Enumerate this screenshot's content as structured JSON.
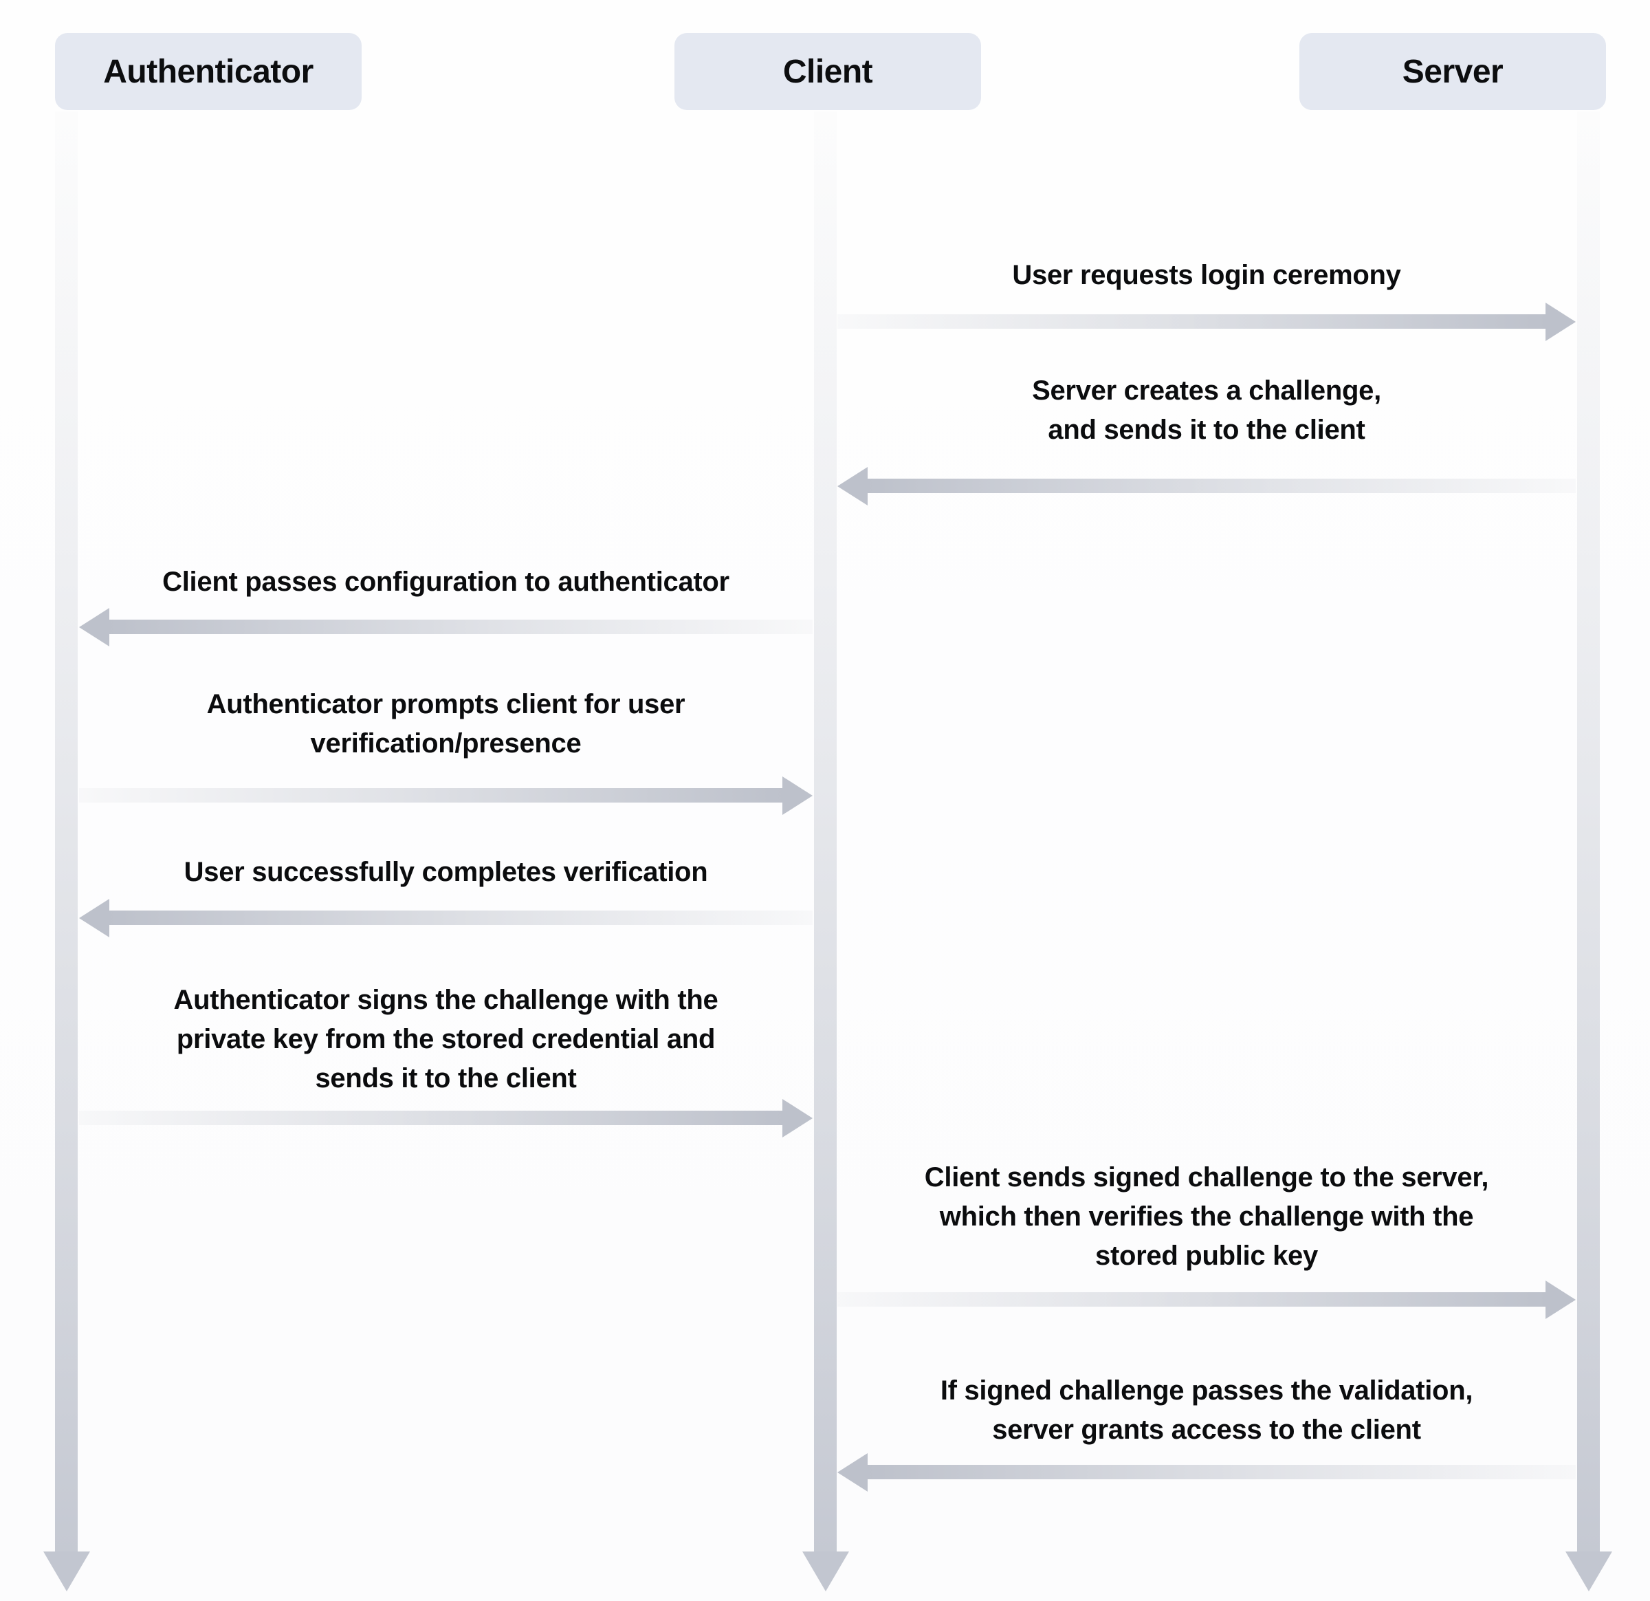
{
  "diagram": {
    "type": "sequence-diagram",
    "actors": [
      {
        "id": "authenticator",
        "label": "Authenticator"
      },
      {
        "id": "client",
        "label": "Client"
      },
      {
        "id": "server",
        "label": "Server"
      }
    ],
    "messages": [
      {
        "from": "Client",
        "to": "Server",
        "direction": "right",
        "label": "User requests login ceremony"
      },
      {
        "from": "Server",
        "to": "Client",
        "direction": "left",
        "label": "Server creates a challenge,\nand sends it to the client"
      },
      {
        "from": "Client",
        "to": "Authenticator",
        "direction": "left",
        "label": "Client passes configuration to authenticator"
      },
      {
        "from": "Authenticator",
        "to": "Client",
        "direction": "right",
        "label": "Authenticator prompts client for user\nverification/presence"
      },
      {
        "from": "Client",
        "to": "Authenticator",
        "direction": "left",
        "label": "User successfully completes verification"
      },
      {
        "from": "Authenticator",
        "to": "Client",
        "direction": "right",
        "label": "Authenticator signs the challenge with the\nprivate key from the stored credential and\nsends it to the client"
      },
      {
        "from": "Client",
        "to": "Server",
        "direction": "right",
        "label": "Client sends signed challenge to the server,\nwhich then verifies the challenge with the\nstored public key"
      },
      {
        "from": "Server",
        "to": "Client",
        "direction": "left",
        "label": "If signed challenge passes the validation,\nserver grants access to the client"
      }
    ],
    "colors": {
      "actor_box": "#e4e8f1",
      "text": "#0b0c0e",
      "arrow": "#bdc1cb",
      "lifeline": "#c2c6d0",
      "background": "#ffffff"
    }
  }
}
